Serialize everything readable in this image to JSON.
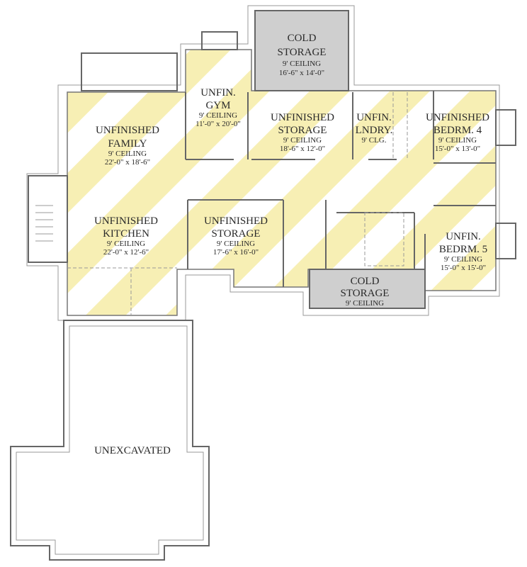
{
  "colors": {
    "stripe": "#f7efb4",
    "cold_storage": "#cfcfcf",
    "wall": "#666666"
  },
  "rooms": {
    "cold_storage_top": {
      "name": [
        "COLD",
        "STORAGE"
      ],
      "ceiling": "9' CEILING",
      "size": "16'-6\" x 14'-0\""
    },
    "gym": {
      "name": [
        "UNFIN.",
        "GYM"
      ],
      "ceiling": "9' CEILING",
      "size": "11'-0\" x 20'-0\""
    },
    "storage_top": {
      "name": [
        "UNFINISHED",
        "STORAGE"
      ],
      "ceiling": "9' CEILING",
      "size": "18'-6\" x 12'-0\""
    },
    "laundry": {
      "name": [
        "UNFIN.",
        "LNDRY."
      ],
      "ceiling": "9' CLG."
    },
    "bedroom4": {
      "name": [
        "UNFINISHED",
        "BEDRM. 4"
      ],
      "ceiling": "9' CEILING",
      "size": "15'-0\" x 13'-0\""
    },
    "family": {
      "name": [
        "UNFINISHED",
        "FAMILY"
      ],
      "ceiling": "9' CEILING",
      "size": "22'-0\" x 18'-6\""
    },
    "kitchen": {
      "name": [
        "UNFINISHED",
        "KITCHEN"
      ],
      "ceiling": "9' CEILING",
      "size": "22'-0\" x 12'-6\""
    },
    "storage_mid": {
      "name": [
        "UNFINISHED",
        "STORAGE"
      ],
      "ceiling": "9' CEILING",
      "size": "17'-6\" x 16'-0\""
    },
    "bedroom5": {
      "name": [
        "UNFIN.",
        "BEDRM. 5"
      ],
      "ceiling": "9' CEILING",
      "size": "15'-0\" x 15'-0\""
    },
    "cold_storage_bottom": {
      "name": [
        "COLD",
        "STORAGE"
      ],
      "ceiling": "9' CEILING"
    },
    "unexcavated": {
      "name": "UNEXCAVATED"
    }
  }
}
